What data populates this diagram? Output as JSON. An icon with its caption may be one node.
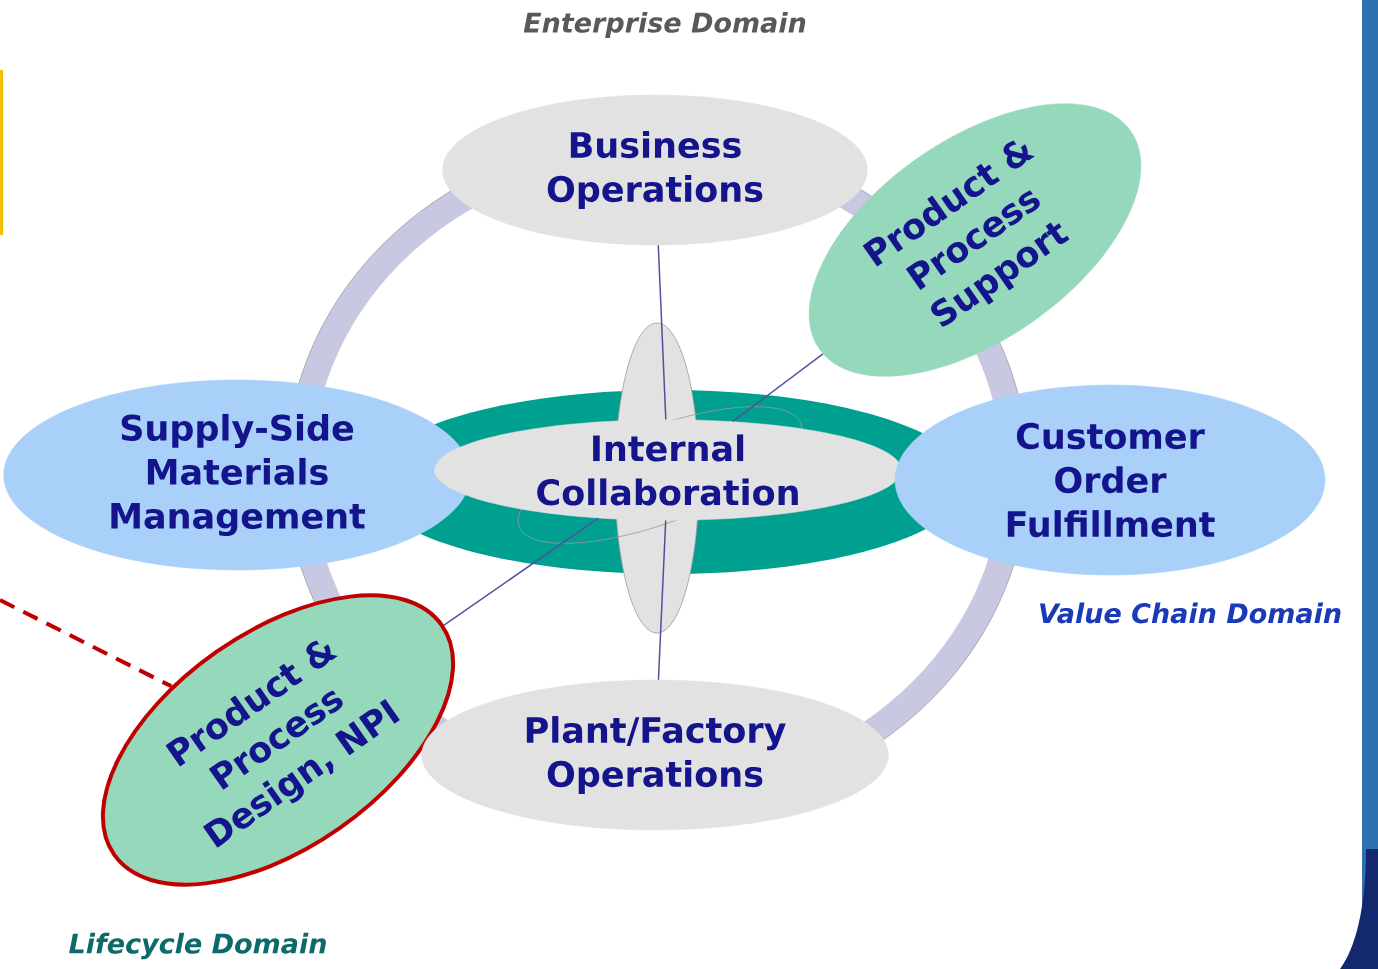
{
  "diagram": {
    "nodes": [
      {
        "text": [
          "Business Operations"
        ]
      },
      {
        "text": [
          "Product & Process Support"
        ]
      },
      {
        "text": [
          "Supply-Side Materials Management"
        ]
      },
      {
        "text": [
          "Internal Collaboration"
        ]
      },
      {
        "text": [
          "Customer Order Fulfillment"
        ]
      },
      {
        "text": [
          "Product & Process Design, NPI"
        ]
      },
      {
        "text": [
          "Plant/Factory Operations"
        ]
      }
    ],
    "edges": [
      {
        "from": 3,
        "to": 0,
        "arrow": "none"
      },
      {
        "from": 3,
        "to": 1,
        "arrow": "none"
      },
      {
        "from": 3,
        "to": 5,
        "arrow": "none"
      },
      {
        "from": 3,
        "to": 6,
        "arrow": "none"
      },
      {
        "from": null,
        "to": 5,
        "arrow": "none",
        "style": "dashed",
        "color": "#c00000"
      }
    ],
    "labels": [
      "Enterprise Domain",
      "Value Chain Domain",
      "Lifecycle Domain"
    ]
  }
}
